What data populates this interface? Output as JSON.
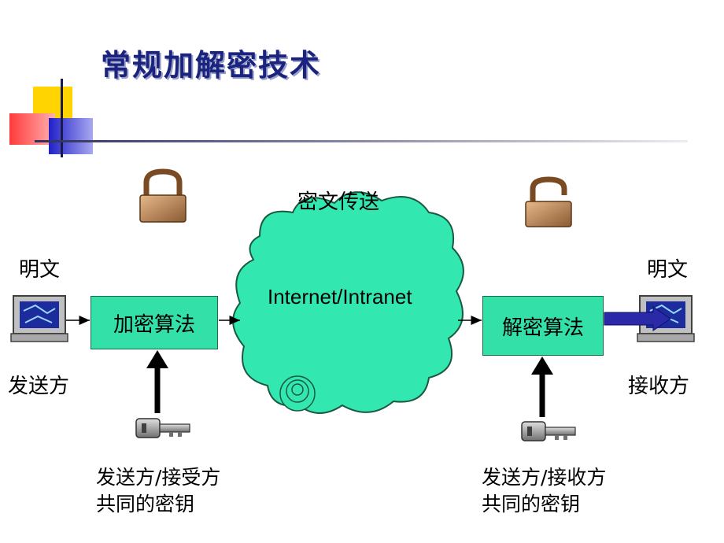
{
  "title": "常规加解密技术",
  "sender": {
    "plaintext": "明文",
    "role": "发送方"
  },
  "receiver": {
    "plaintext": "明文",
    "role": "接收方"
  },
  "encrypt_box": "加密算法",
  "decrypt_box": "解密算法",
  "network": {
    "label": "Internet/Intranet",
    "caption": "密文传送"
  },
  "key_left": {
    "line1": "发送方/接受方",
    "line2": "共同的密钥"
  },
  "key_right": {
    "line1": "发送方/接收方",
    "line2": "共同的密钥"
  },
  "colors": {
    "box_fill": "#33e0a8",
    "cloud_fill": "#33e8b0",
    "title": "#1a237e"
  },
  "icons": [
    "lock-icon",
    "computer-icon",
    "key-icon",
    "cloud-icon"
  ]
}
